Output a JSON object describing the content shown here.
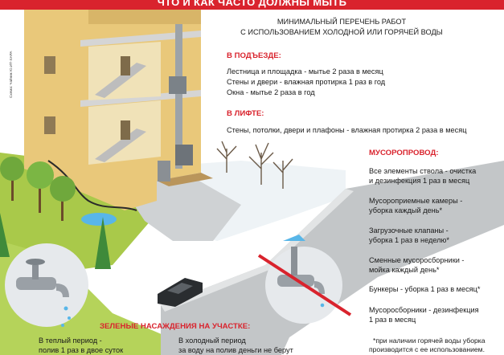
{
  "header": {
    "title": "ЧТО И КАК ЧАСТО ДОЛЖНЫ МЫТЬ"
  },
  "intro": {
    "line1": "МИНИМАЛЬНЫЙ ПЕРЕЧЕНЬ РАБОТ",
    "line2": "С ИСПОЛЬЗОВАНИЕМ ХОЛОДНОЙ ИЛИ ГОРЯЧЕЙ ВОДЫ"
  },
  "entrance": {
    "heading": "В ПОДЪЕЗДЕ:",
    "items": [
      "Лестница и площадка - мытье 2 раза в месяц",
      "Стены и двери - влажная протирка 1 раз в год",
      "Окна - мытье 2 раза в год"
    ]
  },
  "elevator": {
    "heading": "В ЛИФТЕ:",
    "items": [
      "Стены, потолки, двери и плафоны - влажная протирка 2 раза в месяц"
    ]
  },
  "chute": {
    "heading": "МУСОРОПРОВОД:",
    "items": [
      [
        "Все элементы ствола - очистка",
        "и дезинфекция 1 раз в месяц"
      ],
      [
        "Мусороприемные камеры -",
        "уборка каждый день*"
      ],
      [
        "Загрузочные клапаны -",
        "уборка 1 раз в неделю*"
      ],
      [
        "Сменные мусоросборники -",
        "мойка каждый день*"
      ],
      [
        "Бункеры - уборка 1 раз в месяц*"
      ],
      [
        "Мусоросборники - дезинфекция",
        "1 раз в месяц"
      ]
    ],
    "footnote_line1": "*при наличии горячей воды уборка",
    "footnote_line2": "производится с ее использованием."
  },
  "greenery": {
    "heading": "ЗЕЛЕНЫЕ НАСАЖДЕНИЯ НА УЧАСТКЕ:",
    "warm_line1": "В теплый период -",
    "warm_line2": "полив 1 раз в двое суток",
    "cold_line1": "В холодный период",
    "cold_line2": "за воду на полив деньги не берут"
  },
  "credit": "Схема: Чайник Ю.ИТ-ХАРА",
  "colors": {
    "accent_red": "#d9232d",
    "building_wall": "#e9c87a",
    "building_shade": "#c9a55c",
    "concrete": "#cfd2d4",
    "lawn": "#a9c94a",
    "water": "#58b6e8"
  }
}
